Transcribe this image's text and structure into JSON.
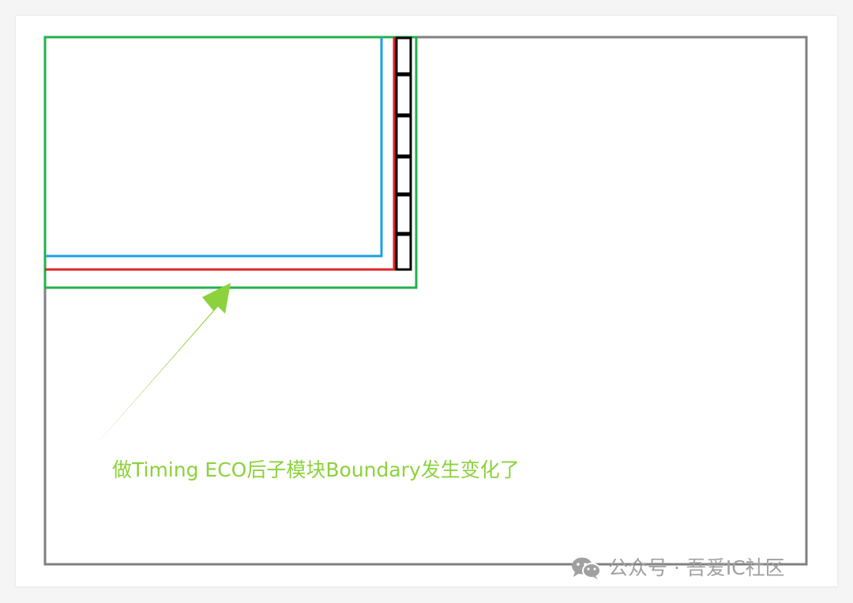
{
  "caption": "做Timing ECO后子模块Boundary发生变化了",
  "watermark": {
    "text": "公众号 · 吾爱IC社区",
    "icon": "wechat-icon"
  },
  "colors": {
    "outer_boundary": "#808080",
    "submodule_boundary": "#22b14c",
    "inner_boundary": "#1ba1e2",
    "new_boundary": "#e02424",
    "cells": "#000000",
    "arrow": "#8cd23c",
    "caption": "#8cd23c",
    "watermark": "#a0a0a0"
  },
  "cells": {
    "count": 6
  }
}
